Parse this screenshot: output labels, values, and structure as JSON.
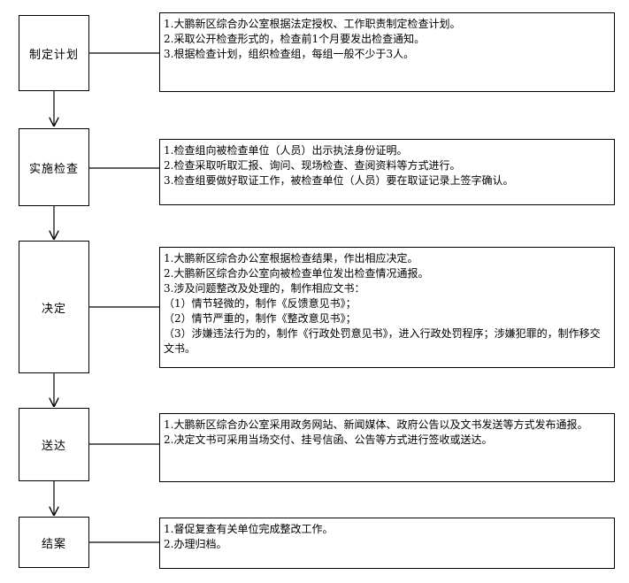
{
  "steps": [
    {
      "label": "制定计划",
      "details": [
        "1.大鹏新区综合办公室根据法定授权、工作职责制定检查计划。",
        "2.采取公开检查形式的，检查前1个月要发出检查通知。",
        "3.根据检查计划，组织检查组，每组一般不少于3人。"
      ]
    },
    {
      "label": "实施检查",
      "details": [
        "1.检查组向被检查单位（人员）出示执法身份证明。",
        "2.检查采取听取汇报、询问、现场检查、查阅资料等方式进行。",
        "3.检查组要做好取证工作，被检查单位（人员）要在取证记录上签字确认。"
      ]
    },
    {
      "label": "决定",
      "details": [
        "1.大鹏新区综合办公室根据检查结果，作出相应决定。",
        "2.大鹏新区综合办公室向被检查单位发出检查情况通报。",
        "3.涉及问题整改及处理的，制作相应文书：",
        "（1）情节轻微的，制作《反馈意见书》；",
        "（2）情节严重的，制作《整改意见书》；",
        "（3）涉嫌违法行为的，制作《行政处罚意见书》，进入行政处罚程序；涉嫌犯罪的，制作移交文书。"
      ]
    },
    {
      "label": "送达",
      "details": [
        "1.大鹏新区综合办公室采用政务网站、新闻媒体、政府公告以及文书发送等方式发布通报。",
        "2.决定文书可采用当场交付、挂号信函、公告等方式进行签收或送达。"
      ]
    },
    {
      "label": "结案",
      "details": [
        "1.督促复查有关单位完成整改工作。",
        "2.办理归档。"
      ]
    }
  ]
}
